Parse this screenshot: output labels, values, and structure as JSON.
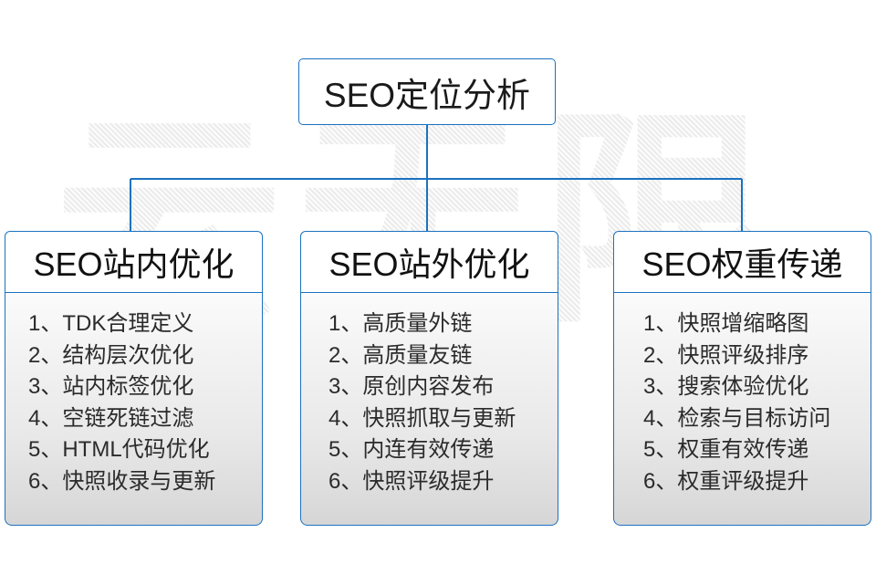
{
  "diagram": {
    "title": "SEO定位分析",
    "watermark": "云无限",
    "accent_color": "#1b72bf",
    "text_color": "#2b2b2b",
    "background_color": "#ffffff",
    "root": {
      "label": "SEO定位分析"
    },
    "columns": [
      {
        "header": "SEO站内优化",
        "items": [
          "1、TDK合理定义",
          "2、结构层次优化",
          "3、站内标签优化",
          "4、空链死链过滤",
          "5、HTML代码优化",
          "6、快照收录与更新"
        ]
      },
      {
        "header": "SEO站外优化",
        "items": [
          "1、高质量外链",
          "2、高质量友链",
          "3、原创内容发布",
          "4、快照抓取与更新",
          "5、内连有效传递",
          "6、快照评级提升"
        ]
      },
      {
        "header": "SEO权重传递",
        "items": [
          "1、快照增缩略图",
          "2、快照评级排序",
          "3、搜索体验优化",
          "4、检索与目标访问",
          "5、权重有效传递",
          "6、权重评级提升"
        ]
      }
    ]
  }
}
